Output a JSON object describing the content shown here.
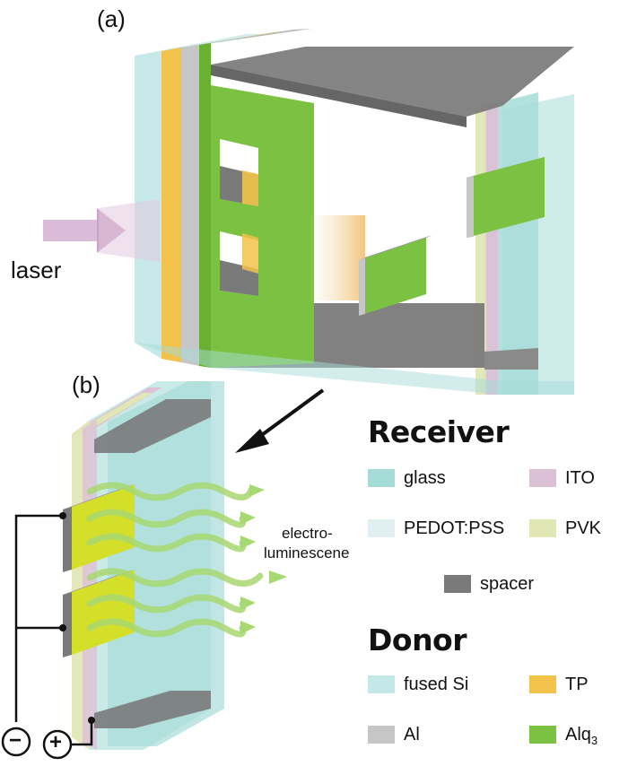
{
  "panels": {
    "a": "(a)",
    "b": "(b)"
  },
  "labels": {
    "laser": "laser",
    "electro_line1": "electro-",
    "electro_line2": "luminescene",
    "minus": "−",
    "plus": "+"
  },
  "legend": {
    "receiver_title": "Receiver",
    "donor_title": "Donor",
    "receiver_items": [
      {
        "name": "glass",
        "color": "#a6dcd8"
      },
      {
        "name": "ITO",
        "color": "#dcc0d6"
      },
      {
        "name": "PEDOT:PSS",
        "color": "#e0f0f0"
      },
      {
        "name": "PVK",
        "color": "#e0e6b4"
      },
      {
        "name": "spacer",
        "color": "#7a7a7a"
      }
    ],
    "donor_items": [
      {
        "name": "fused Si",
        "color": "#c4e8e8"
      },
      {
        "name": "TP",
        "color": "#f2c24a"
      },
      {
        "name": "Al",
        "color": "#c6c6c6"
      },
      {
        "name": "Alq",
        "sub": "3",
        "color": "#7cc242"
      }
    ]
  },
  "colors": {
    "glass": "#a6dcd8",
    "fused_si": "#c4e8e8",
    "tp": "#f2c24a",
    "al": "#c6c6c6",
    "alq3": "#7cc242",
    "spacer": "#7a7a7a",
    "ito": "#dcc0d6",
    "pedot": "#e0f0f0",
    "pvk": "#e0e6b4",
    "laser_beam": "#d9b8d6",
    "emission": "#a8d872",
    "wire": "#111111"
  },
  "icons": [
    "laser-arrow-icon",
    "transfer-arrow-icon",
    "emission-wave-icon"
  ]
}
